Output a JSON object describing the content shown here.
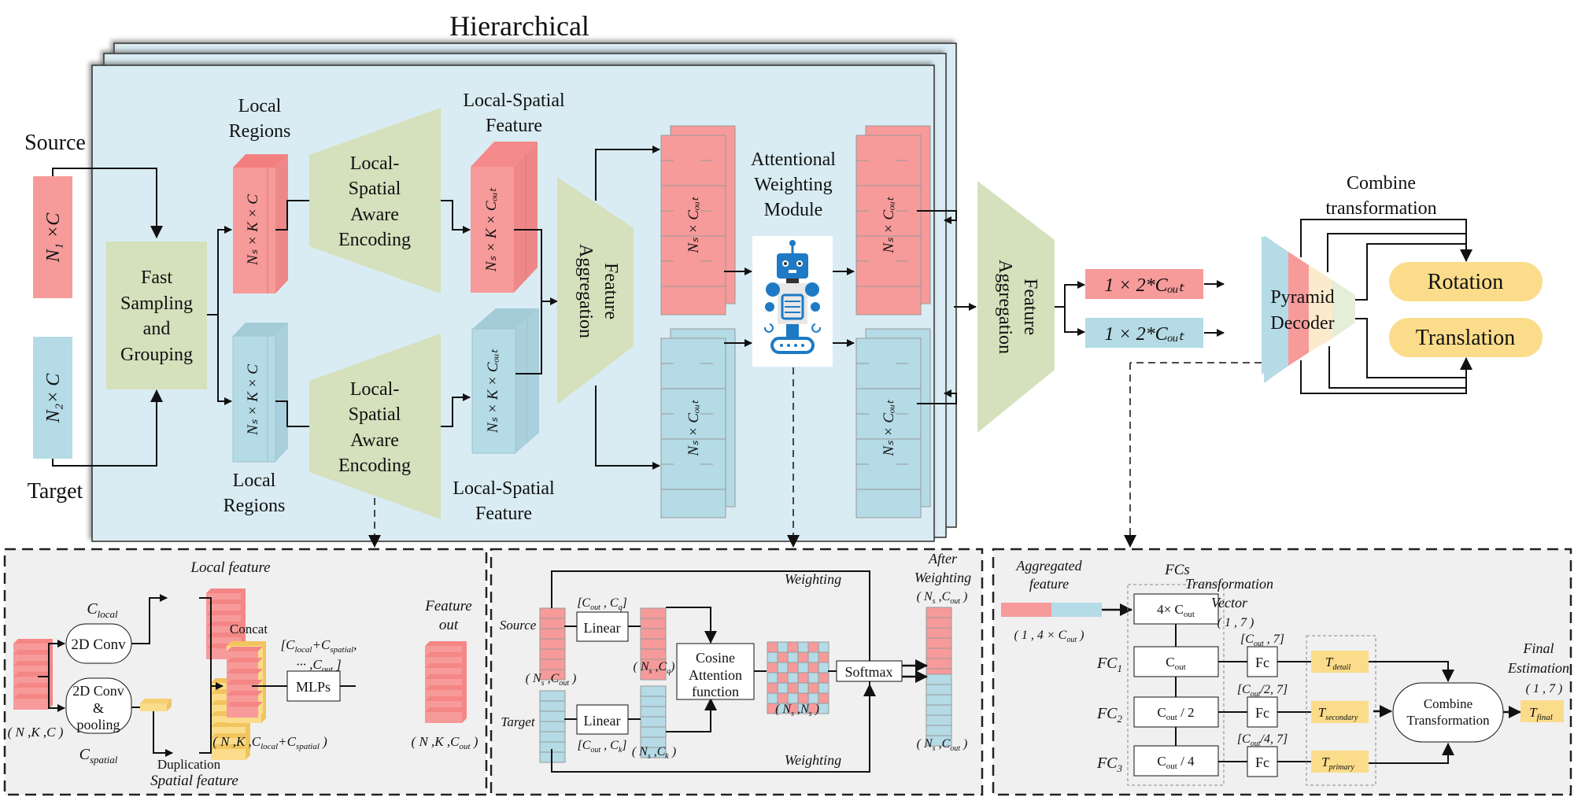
{
  "title": "Hierarchical",
  "colors": {
    "red": "#f79a9a",
    "blue": "#b4dbe6",
    "green": "#d5e0bc",
    "yellow": "#fbdc8a",
    "panel": "#d9ecf3",
    "subpanel": "#f0f0f0"
  },
  "inputs": {
    "source_label": "Source",
    "target_label": "Target",
    "source_dim": "N₁ ×C",
    "target_dim": "N₂× C"
  },
  "main": {
    "fast_sampling": [
      "Fast",
      "Sampling",
      "and",
      "Grouping"
    ],
    "local_regions_top": [
      "Local",
      "Regions"
    ],
    "local_regions_bottom": [
      "Local",
      "Regions"
    ],
    "local_region_dim": "Nₛ × K × C",
    "lsae": [
      "Local-",
      "Spatial",
      "Aware",
      "Encoding"
    ],
    "ls_feature_top": [
      "Local-Spatial",
      "Feature"
    ],
    "ls_feature_bottom": [
      "Local-Spatial",
      "Feature"
    ],
    "ls_feature_dim": "Nₛ × K × Cₒᵤₜ",
    "feature_aggregation": [
      "Feature",
      "Aggregation"
    ],
    "awm_title": [
      "Attentional",
      "Weighting",
      "Module"
    ],
    "stack_dim": "Nₛ × Cₒᵤₜ"
  },
  "outer": {
    "feature_aggregation": [
      "Feature",
      "Aggregation"
    ],
    "vec_red": "1 × 2*Cₒᵤₜ",
    "vec_blue": "1 × 2*Cₒᵤₜ",
    "pyramid_decoder": [
      "Pyramid",
      "Decoder"
    ],
    "combine_label": [
      "Combine",
      "transformation"
    ],
    "rotation": "Rotation",
    "translation": "Translation"
  },
  "panel1": {
    "local_feature": "Local feature",
    "c_local": "C_local",
    "conv2d": "2D Conv",
    "conv_pool": [
      "2D Conv",
      "&",
      "pooling"
    ],
    "c_spatial": "C_spatial",
    "duplication": "Duplication",
    "spatial_feature": "Spatial feature",
    "concat": "Concat",
    "input_dim": "( N ,K ,C )",
    "concat_dim": "( N ,K ,C_local+C_spatial )",
    "mlp_dims": [
      "[C_local+C_spatial,",
      "··· ,C_out ]"
    ],
    "mlps": "MLPs",
    "feature_out": [
      "Feature",
      "out"
    ],
    "out_dim": "( N ,K ,C_out )"
  },
  "panel2": {
    "source": "Source",
    "target": "Target",
    "linear": "Linear",
    "wq": "[C_out , C_q]",
    "wk": "[C_out , C_k]",
    "q_dim": "( N_s ,C_q)",
    "k_dim": "( N_s ,C_k )",
    "in_dim": "( N_s ,C_out )",
    "cosine": [
      "Cosine",
      "Attention",
      "function"
    ],
    "attn_dim": "( N_s ,N_s )",
    "softmax": "Softmax",
    "weighting_top": "Weighting",
    "weighting_bottom": "Weighting",
    "after": [
      "After",
      "Weighting"
    ],
    "after_dim_top": "( N_s ,C_out )",
    "after_dim_bottom": "( N_s ,C_out )"
  },
  "panel3": {
    "aggregated": [
      "Aggregated",
      "feature"
    ],
    "agg_dim": "( 1 , 4 × C_out )",
    "fcs": "FCs",
    "fc_boxes": [
      "4× C_out",
      "C_out",
      "C_out / 2",
      "C_out / 4"
    ],
    "fc_labels": [
      "FC1",
      "FC2",
      "FC3"
    ],
    "fc_small": "Fc",
    "fc_dims": [
      "[C_out , 7]",
      "[C_out /2, 7]",
      "[C_out /4, 7]"
    ],
    "tv_title": [
      "Transformation",
      "Vector",
      "( 1 , 7 )"
    ],
    "t_labels": [
      "T_detail",
      "T_secondary",
      "T_primary"
    ],
    "combine": [
      "Combine",
      "Transformation"
    ],
    "final": [
      "Final",
      "Estimation",
      "( 1 , 7 )"
    ],
    "t_final": "T_final"
  }
}
